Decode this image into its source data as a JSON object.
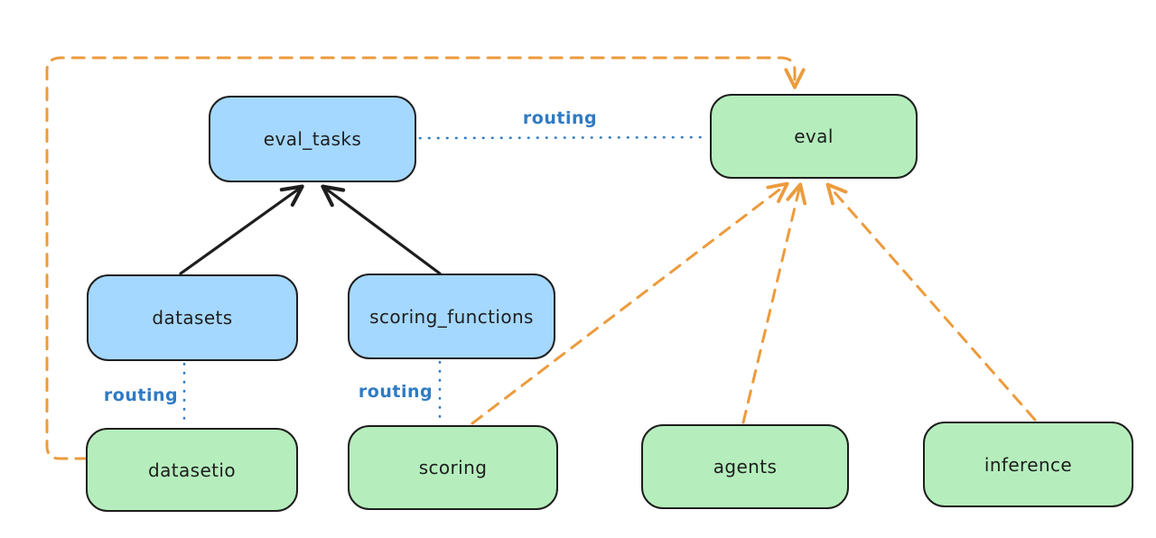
{
  "diagram": {
    "colors": {
      "background": "#ffffff",
      "node_stroke": "#1e1e1e",
      "blue_node_fill": "#a5d8ff",
      "green_node_fill": "#b5eebc",
      "routing_blue": "#2f7bc3",
      "dashed_orange": "#ec9b3d",
      "solid_arrow_black": "#1e1e1e"
    },
    "nodes": {
      "eval_tasks": {
        "label": "eval_tasks",
        "color": "blue"
      },
      "eval": {
        "label": "eval",
        "color": "green"
      },
      "datasets": {
        "label": "datasets",
        "color": "blue"
      },
      "scoring_functions": {
        "label": "scoring_functions",
        "color": "blue"
      },
      "datasetio": {
        "label": "datasetio",
        "color": "green"
      },
      "scoring": {
        "label": "scoring",
        "color": "green"
      },
      "agents": {
        "label": "agents",
        "color": "green"
      },
      "inference": {
        "label": "inference",
        "color": "green"
      }
    },
    "edge_labels": {
      "routing_top": "routing",
      "routing_datasets": "routing",
      "routing_scoring": "routing"
    },
    "edges": [
      {
        "from": "datasets",
        "to": "eval_tasks",
        "style": "solid",
        "arrow": true,
        "color": "black"
      },
      {
        "from": "scoring_functions",
        "to": "eval_tasks",
        "style": "solid",
        "arrow": true,
        "color": "black"
      },
      {
        "from": "eval_tasks",
        "to": "eval",
        "style": "dotted",
        "arrow": false,
        "color": "blue",
        "label": "routing"
      },
      {
        "from": "datasets",
        "to": "datasetio",
        "style": "dotted",
        "arrow": false,
        "color": "blue",
        "label": "routing"
      },
      {
        "from": "scoring_functions",
        "to": "scoring",
        "style": "dotted",
        "arrow": false,
        "color": "blue",
        "label": "routing"
      },
      {
        "from": "datasetio",
        "to": "eval",
        "style": "dashed",
        "arrow": true,
        "color": "orange",
        "route": "left-and-over-top"
      },
      {
        "from": "scoring",
        "to": "eval",
        "style": "dashed",
        "arrow": true,
        "color": "orange"
      },
      {
        "from": "agents",
        "to": "eval",
        "style": "dashed",
        "arrow": true,
        "color": "orange"
      },
      {
        "from": "inference",
        "to": "eval",
        "style": "dashed",
        "arrow": true,
        "color": "orange"
      }
    ]
  }
}
